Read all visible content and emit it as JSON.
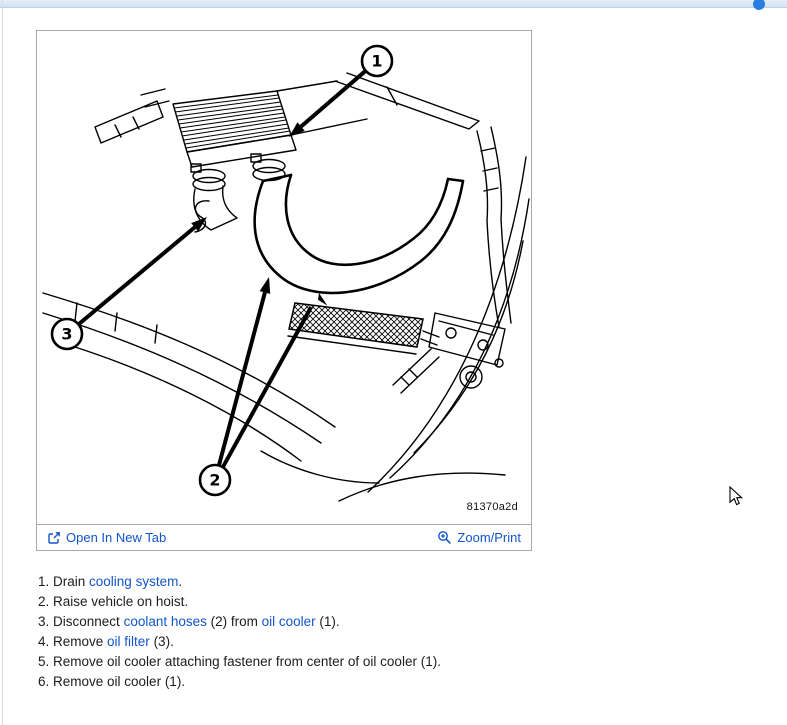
{
  "colors": {
    "link_blue": "#1155cc",
    "topbar_blue": "#d9e6f3",
    "accent_icon_blue": "#2a7de1",
    "drawing_ink": "#000000"
  },
  "figure": {
    "code": "81370a2d",
    "callouts": {
      "one": "1",
      "two": "2",
      "three": "3"
    }
  },
  "figure_toolbar": {
    "open_in_new_tab": "Open In New Tab",
    "zoom_print": "Zoom/Print"
  },
  "instructions": {
    "items": [
      {
        "num": "1.",
        "segments": [
          {
            "t": "Drain "
          },
          {
            "t": "cooling system",
            "link": true
          },
          {
            "t": "."
          }
        ]
      },
      {
        "num": "2.",
        "segments": [
          {
            "t": "Raise vehicle on hoist."
          }
        ]
      },
      {
        "num": "3.",
        "segments": [
          {
            "t": "Disconnect "
          },
          {
            "t": "coolant hoses",
            "link": true
          },
          {
            "t": " (2) from "
          },
          {
            "t": "oil cooler",
            "link": true
          },
          {
            "t": " (1)."
          }
        ]
      },
      {
        "num": "4.",
        "segments": [
          {
            "t": "Remove "
          },
          {
            "t": "oil filter",
            "link": true
          },
          {
            "t": " (3)."
          }
        ]
      },
      {
        "num": "5.",
        "segments": [
          {
            "t": "Remove oil cooler attaching fastener from center of oil cooler (1)."
          }
        ]
      },
      {
        "num": "6.",
        "segments": [
          {
            "t": "Remove oil cooler (1)."
          }
        ]
      }
    ]
  }
}
